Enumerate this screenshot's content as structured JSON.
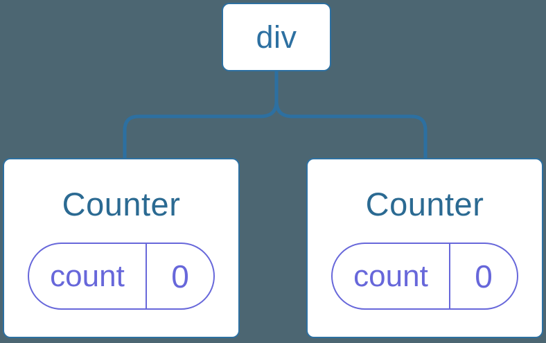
{
  "palette": {
    "bg": "#4C6672",
    "blue": "#2D70A1",
    "title_blue": "#2B6A92",
    "purple": "#6767DA",
    "node_fill": "#FFFFFF"
  },
  "tree": {
    "root": {
      "label": "div"
    },
    "children": [
      {
        "title": "Counter",
        "state": [
          {
            "key": "count",
            "value": "0"
          }
        ]
      },
      {
        "title": "Counter",
        "state": [
          {
            "key": "count",
            "value": "0"
          }
        ]
      }
    ]
  }
}
